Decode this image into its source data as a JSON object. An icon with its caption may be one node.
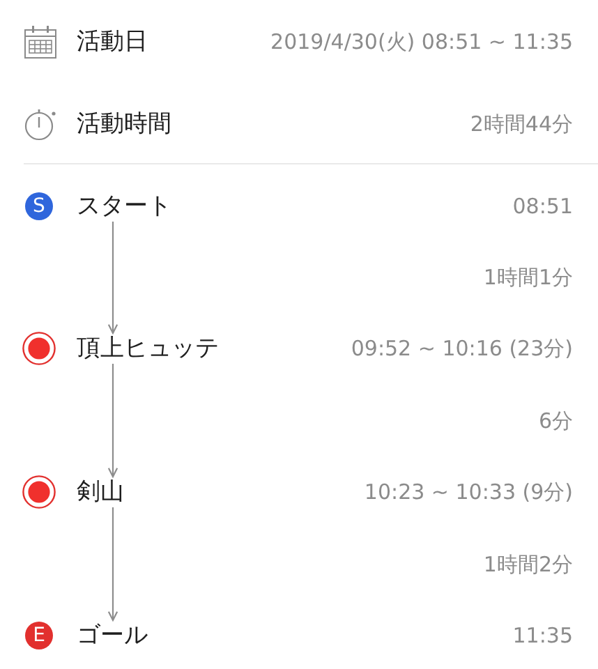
{
  "diagram": {
    "nodes": [
      {
        "text": [
          "スタート"
        ]
      },
      {
        "text": [
          "頂上ヒュッテ"
        ]
      },
      {
        "text": [
          "剣山"
        ]
      },
      {
        "text": [
          "ゴール"
        ]
      }
    ],
    "edges": [
      {
        "from": 0,
        "to": 1,
        "arrow": "to"
      },
      {
        "from": 1,
        "to": 2,
        "arrow": "to"
      },
      {
        "from": 2,
        "to": 3,
        "arrow": "to"
      }
    ],
    "labels": [
      "活動日",
      "2019/4/30(火) 08:51 ~ 11:35",
      "活動時間",
      "2時間44分",
      "S",
      "08:51",
      "1時間1分",
      "09:52 ~ 10:16 (23分)",
      "6分",
      "10:23 ~ 10:33 (9分)",
      "1時間2分",
      "E",
      "11:35"
    ]
  }
}
